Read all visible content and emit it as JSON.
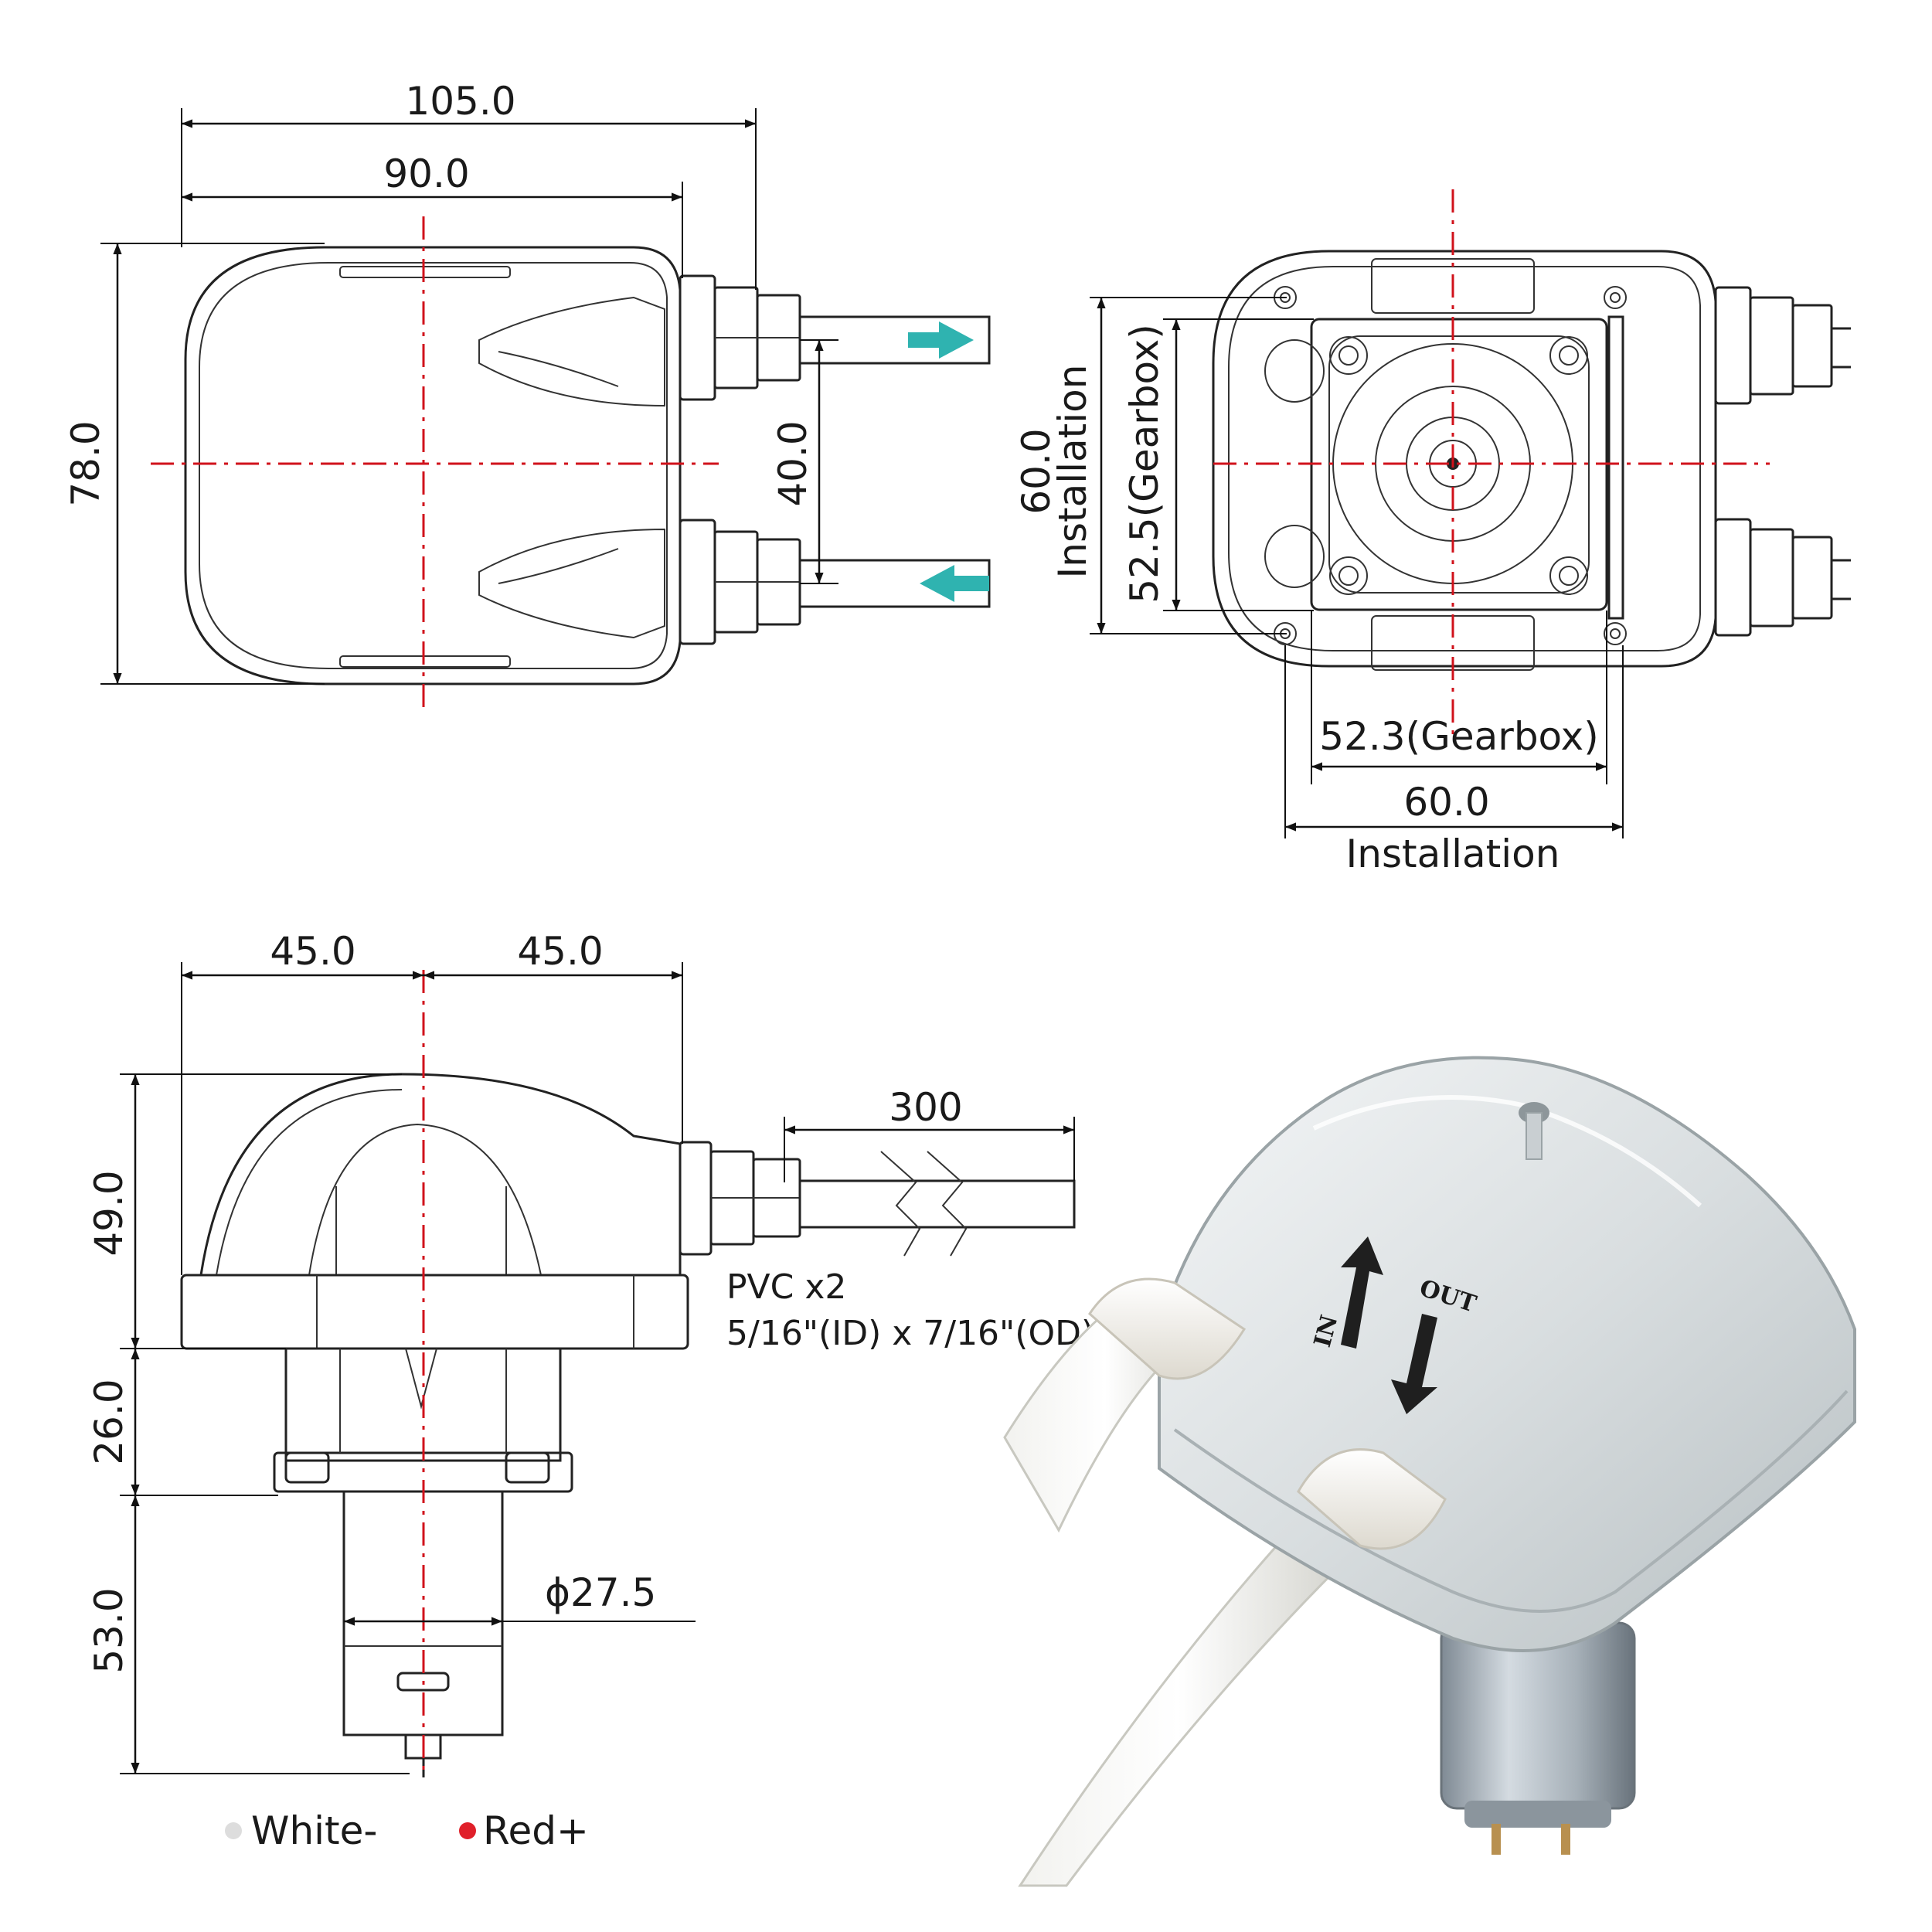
{
  "top_view": {
    "overall_length": "105.0",
    "body_length": "90.0",
    "height": "78.0",
    "port_spacing": "40.0"
  },
  "back_view": {
    "installation_v_value": "60.0",
    "installation_v_label": "Installation",
    "gearbox_v": "52.5(Gearbox)",
    "gearbox_h": "52.3(Gearbox)",
    "installation_h_value": "60.0",
    "installation_h_label": "Installation"
  },
  "side_view": {
    "left_half": "45.0",
    "right_half": "45.0",
    "head_height": "49.0",
    "gearbox_height": "26.0",
    "motor_height": "53.0",
    "motor_diameter": "ϕ27.5",
    "tube_length": "300",
    "tube_material": "PVC x2",
    "tube_size": "5/16\"(ID) x 7/16\"(OD)"
  },
  "wiring": {
    "negative_label": "White-",
    "positive_label": "Red+",
    "negative_color": "#dddddd",
    "positive_color": "#e0202a"
  },
  "photo": {
    "in_label": "IN",
    "out_label": "OUT"
  },
  "colors": {
    "centerline": "#d0121b",
    "flow_arrow": "#2fb3b0",
    "outline": "#222222"
  }
}
